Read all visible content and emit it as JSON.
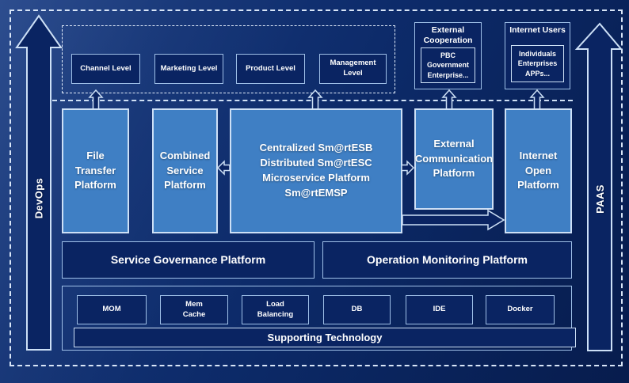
{
  "rails": {
    "left": "DevOps",
    "right": "PAAS"
  },
  "business_levels": {
    "items": [
      "Channel Level",
      "Marketing Level",
      "Product Level",
      "Management Level"
    ]
  },
  "external_cooperation": {
    "title": "External\nCooperation",
    "members": "PBC Government\nEnterprise..."
  },
  "internet_users": {
    "title": "Internet Users",
    "members": "Individuals\nEnterprises\nAPPs..."
  },
  "platforms": {
    "file_transfer": "File\nTransfer\nPlatform",
    "combined_service": "Combined\nService\nPlatform",
    "esb": "Centralized Sm@rtESB\nDistributed Sm@rtESC\nMicroservice Platform Sm@rtEMSP",
    "external_communication": "External\nCommunication\nPlatform",
    "internet_open": "Internet\nOpen\nPlatform"
  },
  "governance": {
    "service": "Service Governance Platform",
    "operation": "Operation Monitoring Platform"
  },
  "supporting": {
    "title": "Supporting Technology",
    "items": [
      "MOM",
      "Mem\nCache",
      "Load\nBalancing",
      "DB",
      "IDE",
      "Docker"
    ]
  },
  "colors": {
    "bg": "#0d2a66",
    "box_light": "#3f7fc4",
    "box_dark": "#0a2462",
    "border_light": "#cde0f6",
    "border_mid": "#9fc0e8",
    "text": "#ffffff"
  }
}
